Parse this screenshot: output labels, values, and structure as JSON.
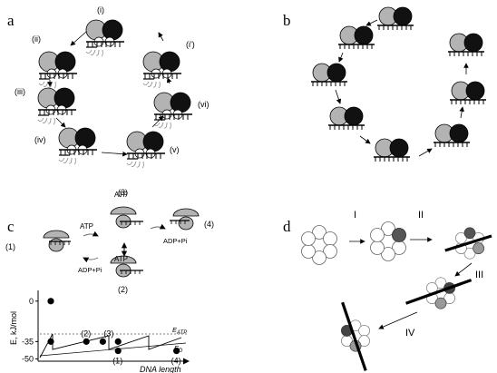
{
  "panels": {
    "a": {
      "letter": "a",
      "steps": [
        "(i)",
        "(ii)",
        "(i')",
        "(iii)",
        "(vi)",
        "(iv)",
        "(v)"
      ]
    },
    "b": {
      "letter": "b"
    },
    "c": {
      "letter": "c",
      "states": [
        "(1)",
        "(2)",
        "(3)",
        "(4)"
      ],
      "atp_label": "ATP",
      "adp_label": "ADP+Pi",
      "chart_data": {
        "type": "line",
        "ylabel": "E, kJ/mol",
        "xlabel": "DNA length",
        "ytick_labels": [
          "0",
          "-35",
          "-50"
        ],
        "yticks": [
          0,
          -35,
          -50
        ],
        "ylim": [
          -52,
          3
        ],
        "line_labels": [
          "E_ATP",
          "E_D"
        ],
        "points": [
          {
            "x": 0.5,
            "y": 0
          },
          {
            "x": 0.5,
            "y": -35
          },
          {
            "x": 1.9,
            "y": -35
          },
          {
            "x": 2.55,
            "y": -35
          },
          {
            "x": 3.15,
            "y": -35
          },
          {
            "x": 3.15,
            "y": -43
          },
          {
            "x": 5.45,
            "y": -43
          }
        ],
        "point_labels": [
          {
            "text": "(2)",
            "x": 1.9,
            "y": -35
          },
          {
            "text": "(3)",
            "x": 2.8,
            "y": -35
          },
          {
            "text": "(1)",
            "x": 3.15,
            "y": -43
          },
          {
            "text": "(4)",
            "x": 5.45,
            "y": -43
          }
        ]
      }
    },
    "d": {
      "letter": "d",
      "steps": [
        "I",
        "II",
        "III",
        "IV"
      ]
    }
  },
  "colors": {
    "gray": "#b3b3b3",
    "black": "#111111",
    "white": "#ffffff"
  }
}
